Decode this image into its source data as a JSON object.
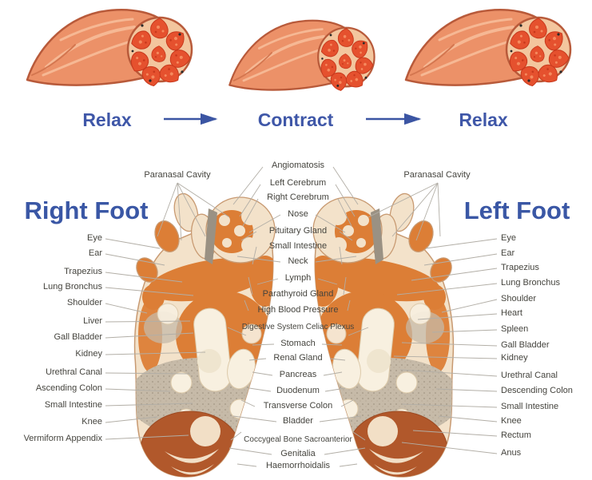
{
  "muscle_cycle": {
    "steps": [
      {
        "label": "Relax"
      },
      {
        "label": "Contract"
      },
      {
        "label": "Relax"
      }
    ]
  },
  "right_foot": {
    "title": "Right Foot",
    "paranasal_label": "Paranasal Cavity",
    "labels": [
      "Eye",
      "Ear",
      "Trapezius",
      "Lung Bronchus",
      "Shoulder",
      "Liver",
      "Gall Bladder",
      "Kidney",
      "Urethral Canal",
      "Ascending Colon",
      "Small Intestine",
      "Knee",
      "Vermiform Appendix"
    ]
  },
  "center_column": {
    "labels": [
      "Angiomatosis",
      "Left Cerebrum",
      "Right Cerebrum",
      "Nose",
      "Pituitary Gland",
      "Small Intestine",
      "Neck",
      "Lymph",
      "Parathyroid Gland",
      "High Blood Pressure",
      "Digestive System Celiac Plexus",
      "Stomach",
      "Renal Gland",
      "Pancreas",
      "Duodenum",
      "Transverse Colon",
      "Bladder",
      "Coccygeal Bone Sacroanterior",
      "Genitalia",
      "Haemorrhoidalis"
    ]
  },
  "left_foot": {
    "title": "Left Foot",
    "paranasal_label": "Paranasal Cavity",
    "labels": [
      "Eye",
      "Ear",
      "Trapezius",
      "Lung Bronchus",
      "Shoulder",
      "Heart",
      "Spleen",
      "Gall Bladder",
      "Kidney",
      "Urethral Canal",
      "Descending Colon",
      "Small Intestine",
      "Knee",
      "Rectum",
      "Anus"
    ]
  },
  "colors": {
    "accent_blue": "#3a57a5",
    "muscle_body": "#ec9168",
    "muscle_outline": "#b85a3a",
    "fascicle_red": "#e5512e",
    "zone_orange": "#dc7e36",
    "heel_terracotta": "#b1582b",
    "foot_cream": "#f3e2ca",
    "arch_taupe": "#c6baa8",
    "leader_line_gray": "#b2aea6",
    "label_text": "#45443e"
  }
}
